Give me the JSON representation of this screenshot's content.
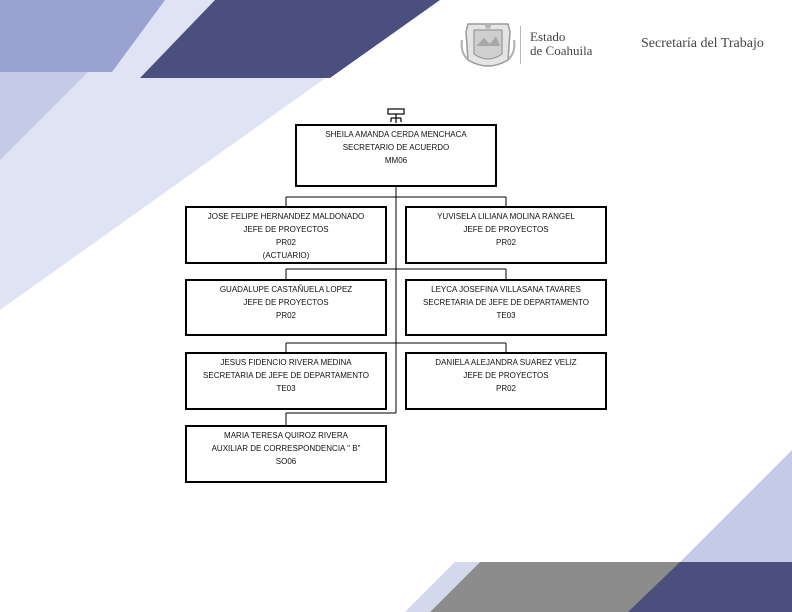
{
  "header": {
    "brand_line1": "Estado",
    "brand_line2": "de Coahuila",
    "department": "Secretaría del Trabajo",
    "logo_icon": "coat-of-arms-icon"
  },
  "colors": {
    "navy": "#4a4f7e",
    "lavender": "#c5cbe8",
    "gray": "#8c8c8c",
    "line": "#000000"
  },
  "org_chart": {
    "root": {
      "name": "SHEILA AMANDA CERDA MENCHACA",
      "title": "SECRETARIO DE ACUERDO",
      "code": "MM06"
    },
    "nodes": [
      {
        "name": "JOSE FELIPE HERNANDEZ MALDONADO",
        "title": "JEFE DE PROYECTOS",
        "code": "PR02",
        "note": "(ACTUARIO)"
      },
      {
        "name": "YUVISELA LILIANA MOLINA RANGEL",
        "title": "JEFE DE PROYECTOS",
        "code": "PR02"
      },
      {
        "name": "GUADALUPE CASTAÑUELA LOPEZ",
        "title": "JEFE DE PROYECTOS",
        "code": "PR02"
      },
      {
        "name": "LEYCA JOSEFINA VILLASANA TAVARES",
        "title": "SECRETARIA DE JEFE DE DEPARTAMENTO",
        "code": "TE03"
      },
      {
        "name": "JESUS FIDENCIO RIVERA MEDINA",
        "title": "SECRETARIA DE JEFE DE DEPARTAMENTO",
        "code": "TE03"
      },
      {
        "name": "DANIELA ALEJANDRA SUAREZ VELIZ",
        "title": "JEFE DE PROYECTOS",
        "code": "PR02"
      },
      {
        "name": "MARIA TERESA QUIROZ RIVERA",
        "title": "AUXILIAR  DE CORRESPONDENCIA \" B\"",
        "code": "SO06"
      }
    ]
  }
}
